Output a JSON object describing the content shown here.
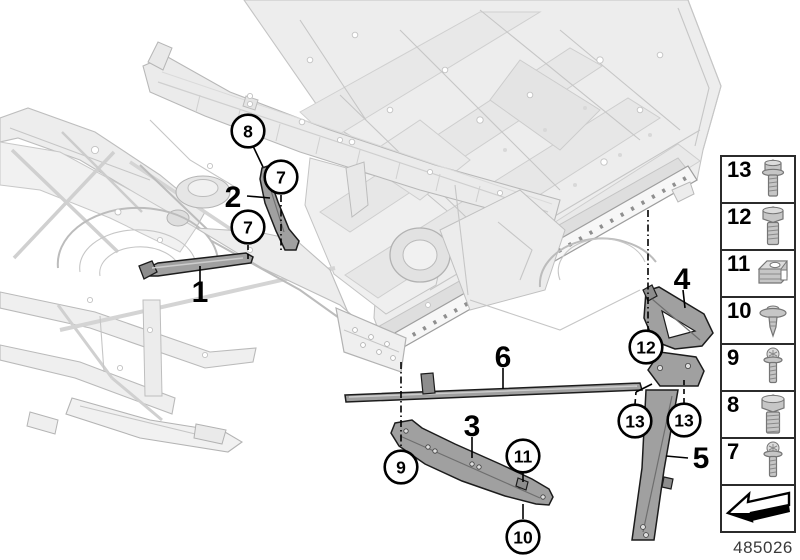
{
  "diagram_number": "485026",
  "callouts": [
    {
      "label": "1",
      "style": "plain"
    },
    {
      "label": "2",
      "style": "plain"
    },
    {
      "label": "3",
      "style": "plain"
    },
    {
      "label": "4",
      "style": "plain"
    },
    {
      "label": "5",
      "style": "plain"
    },
    {
      "label": "6",
      "style": "plain"
    },
    {
      "label": "7",
      "style": "circled"
    },
    {
      "label": "7",
      "style": "circled"
    },
    {
      "label": "8",
      "style": "circled"
    },
    {
      "label": "9",
      "style": "circled"
    },
    {
      "label": "10",
      "style": "circled"
    },
    {
      "label": "11",
      "style": "circled"
    },
    {
      "label": "12",
      "style": "circled"
    },
    {
      "label": "13",
      "style": "circled"
    },
    {
      "label": "13",
      "style": "circled"
    }
  ],
  "legend": {
    "items": [
      {
        "number": "13",
        "icon": "hex-flange-bolt"
      },
      {
        "number": "12",
        "icon": "hex-bolt"
      },
      {
        "number": "11",
        "icon": "cage-nut"
      },
      {
        "number": "10",
        "icon": "expansion-rivet"
      },
      {
        "number": "9",
        "icon": "pan-head-screw"
      },
      {
        "number": "8",
        "icon": "hex-bolt-large"
      },
      {
        "number": "7",
        "icon": "pan-head-screw"
      }
    ],
    "footer_icon": "direction-arrow"
  }
}
